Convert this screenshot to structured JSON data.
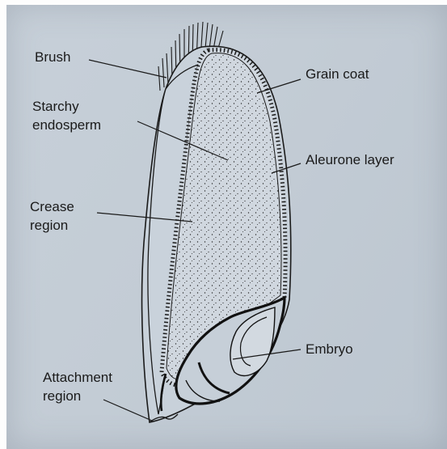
{
  "diagram": {
    "labels": {
      "brush": "Brush",
      "starchy_endosperm": [
        "Starchy",
        "endosperm"
      ],
      "crease_region": [
        "Crease",
        "region"
      ],
      "attachment_region": [
        "Attachment",
        "region"
      ],
      "grain_coat": "Grain coat",
      "aleurone_layer": "Aleurone layer",
      "embryo": "Embryo"
    },
    "colors": {
      "ink": "#1a1a1a",
      "paper": "#c4cdd6",
      "endosperm": "#d3dae2"
    }
  }
}
